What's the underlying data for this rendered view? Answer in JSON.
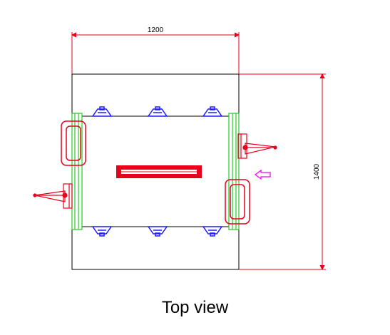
{
  "caption": "Top view",
  "dimensions": {
    "width_label": "1200",
    "depth_label": "1400"
  },
  "colors": {
    "outline": "#000000",
    "dimension": "#e8001c",
    "handle": "#e8001c",
    "rail": "#22cc22",
    "clip": "#1a1aff",
    "arrow": "#ff00ff"
  },
  "icons": {
    "direction_arrow": "left-arrow-icon"
  }
}
